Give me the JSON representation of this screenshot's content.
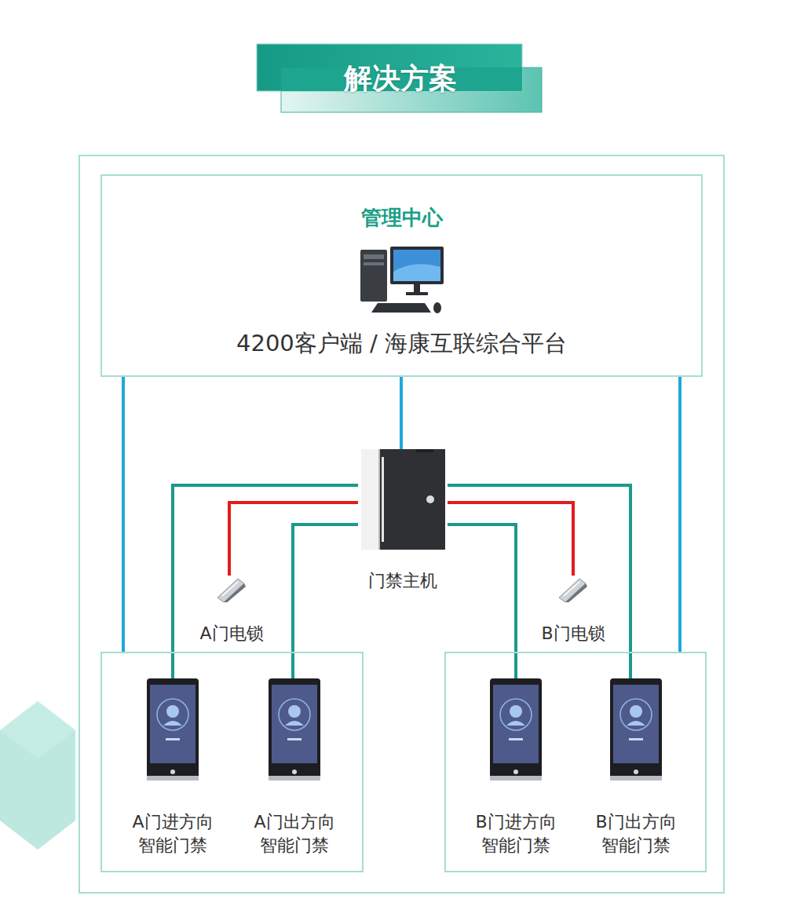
{
  "diagram": {
    "title": "解决方案",
    "nodes": [
      {
        "text": [
          "管理中心",
          "4200客户端 / 海康互联综合平台"
        ]
      },
      {
        "text": [
          "门禁主机"
        ]
      },
      {
        "text": [
          "A门电锁"
        ]
      },
      {
        "text": [
          "B门电锁"
        ]
      },
      {
        "text": []
      },
      {
        "text": [
          "A门进方向 智能门禁"
        ],
        "in": 4
      },
      {
        "text": [
          "A门出方向 智能门禁"
        ],
        "in": 4
      },
      {
        "text": []
      },
      {
        "text": [
          "B门进方向 智能门禁"
        ],
        "in": 7
      },
      {
        "text": [
          "B门出方向 智能门禁"
        ],
        "in": 7
      }
    ],
    "edges": [
      {
        "from": 0,
        "to": 4,
        "arrow": "none"
      },
      {
        "from": 0,
        "to": 1,
        "arrow": "none"
      },
      {
        "from": 0,
        "to": 7,
        "arrow": "none"
      },
      {
        "from": 1,
        "to": 5,
        "arrow": "none"
      },
      {
        "from": 1,
        "to": 6,
        "arrow": "none"
      },
      {
        "from": 1,
        "to": 8,
        "arrow": "none"
      },
      {
        "from": 1,
        "to": 9,
        "arrow": "none"
      },
      {
        "from": 1,
        "to": 2,
        "arrow": "none"
      },
      {
        "from": 1,
        "to": 3,
        "arrow": "none"
      }
    ]
  }
}
